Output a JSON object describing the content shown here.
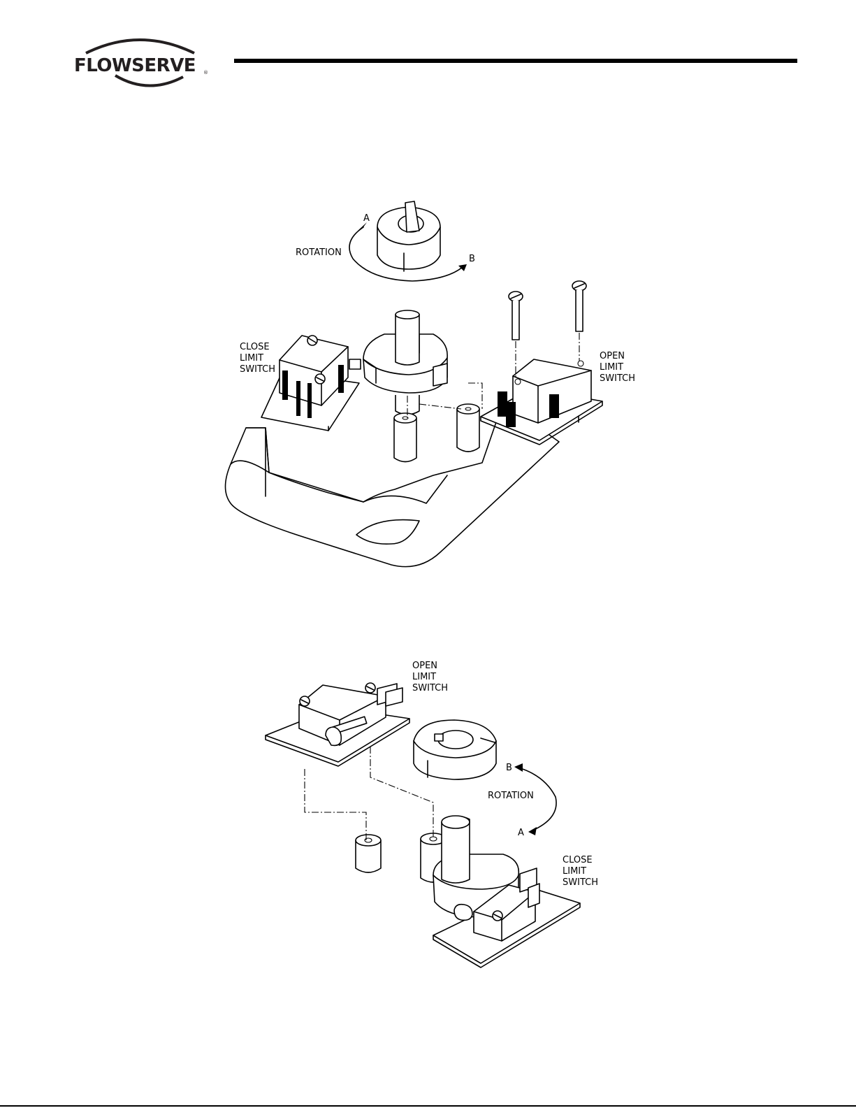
{
  "header": {
    "brand": "FLOWSERVE",
    "registered_mark": "®"
  },
  "figure_top": {
    "label_a": "A",
    "label_b": "B",
    "rotation": "ROTATION",
    "close_switch": [
      "CLOSE",
      "LIMIT",
      "SWITCH"
    ],
    "open_switch": [
      "OPEN",
      "LIMIT",
      "SWITCH"
    ]
  },
  "figure_bottom": {
    "label_a": "A",
    "label_b": "B",
    "rotation": "ROTATION",
    "open_switch": [
      "OPEN",
      "LIMIT",
      "SWITCH"
    ],
    "close_switch": [
      "CLOSE",
      "LIMIT",
      "SWITCH"
    ]
  }
}
